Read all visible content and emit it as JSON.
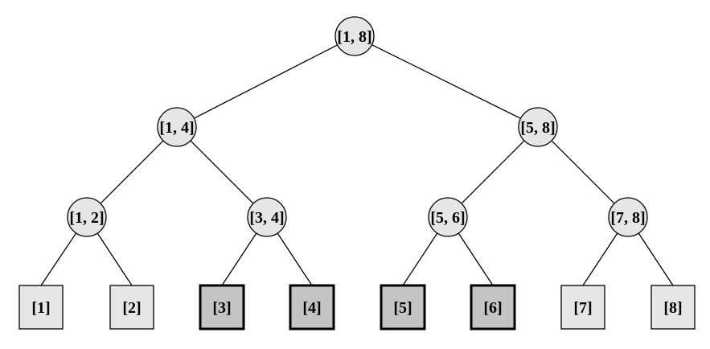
{
  "tree": {
    "internal_nodes": [
      {
        "id": "n18",
        "label": "[1, 8]"
      },
      {
        "id": "n14",
        "label": "[1, 4]"
      },
      {
        "id": "n58",
        "label": "[5, 8]"
      },
      {
        "id": "n12",
        "label": "[1, 2]"
      },
      {
        "id": "n34",
        "label": "[3, 4]"
      },
      {
        "id": "n56",
        "label": "[5, 6]"
      },
      {
        "id": "n78",
        "label": "[7, 8]"
      }
    ],
    "leaves": [
      {
        "id": "l1",
        "label": "[1]",
        "highlighted": false
      },
      {
        "id": "l2",
        "label": "[2]",
        "highlighted": false
      },
      {
        "id": "l3",
        "label": "[3]",
        "highlighted": true
      },
      {
        "id": "l4",
        "label": "[4]",
        "highlighted": true
      },
      {
        "id": "l5",
        "label": "[5]",
        "highlighted": true
      },
      {
        "id": "l6",
        "label": "[6]",
        "highlighted": true
      },
      {
        "id": "l7",
        "label": "[7]",
        "highlighted": false
      },
      {
        "id": "l8",
        "label": "[8]",
        "highlighted": false
      }
    ],
    "edges": [
      [
        "n18",
        "n14"
      ],
      [
        "n18",
        "n58"
      ],
      [
        "n14",
        "n12"
      ],
      [
        "n14",
        "n34"
      ],
      [
        "n58",
        "n56"
      ],
      [
        "n58",
        "n78"
      ],
      [
        "n12",
        "l1"
      ],
      [
        "n12",
        "l2"
      ],
      [
        "n34",
        "l3"
      ],
      [
        "n34",
        "l4"
      ],
      [
        "n56",
        "l5"
      ],
      [
        "n56",
        "l6"
      ],
      [
        "n78",
        "l7"
      ],
      [
        "n78",
        "l8"
      ]
    ],
    "colors": {
      "node_fill": "#e6e6e6",
      "highlight_fill": "#c4c4c4",
      "stroke": "#000000"
    }
  }
}
